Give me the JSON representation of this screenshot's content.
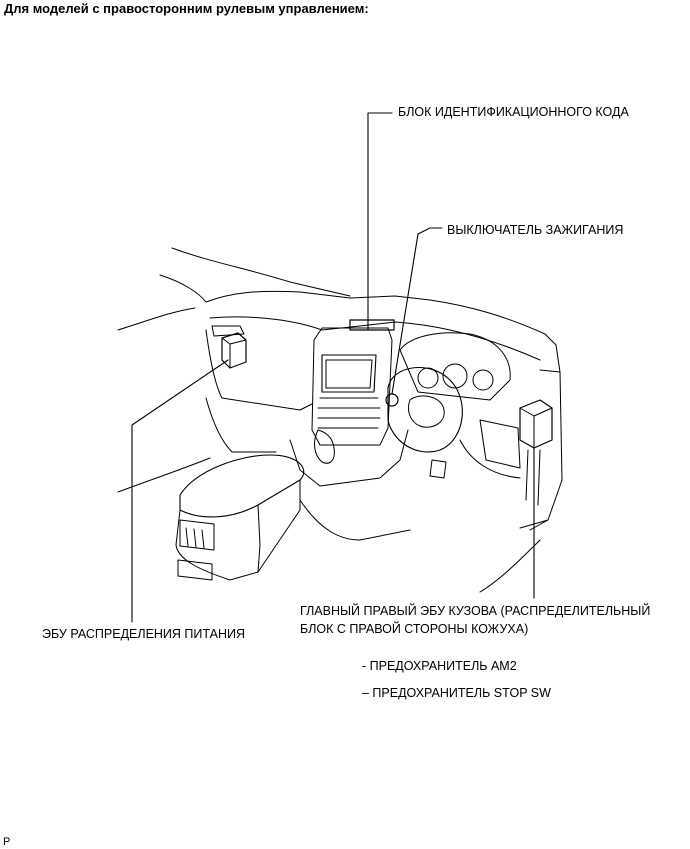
{
  "heading": "Для моделей с правосторонним рулевым управлением:",
  "callouts": {
    "id_code_box": "БЛОК ИДЕНТИФИКАЦИОННОГО КОДА",
    "ignition_switch": "ВЫКЛЮЧАТЕЛЬ ЗАЖИГАНИЯ",
    "main_body_ecu_line1": "ГЛАВНЫЙ ПРАВЫЙ ЭБУ КУЗОВА (РАСПРЕДЕЛИТЕЛЬНЫЙ",
    "main_body_ecu_line2": "БЛОК С ПРАВОЙ СТОРОНЫ КОЖУХА)",
    "power_distribution_ecu": "ЭБУ РАСПРЕДЕЛЕНИЯ ПИТАНИЯ",
    "fuse_am2": "- ПРЕДОХРАНИТЕЛЬ AM2",
    "fuse_stop_sw": "– ПРЕДОХРАНИТЕЛЬ STOP SW"
  },
  "page_code": "P"
}
